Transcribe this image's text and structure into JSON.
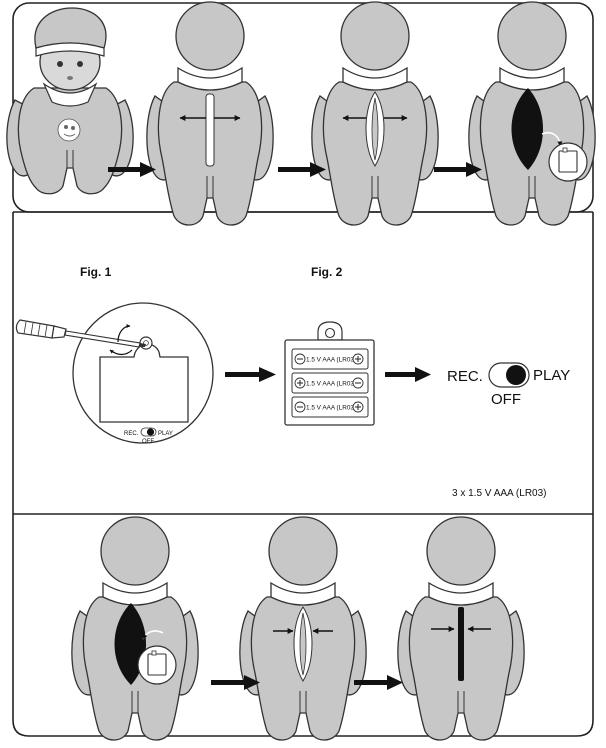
{
  "fig1_label": "Fig. 1",
  "fig2_label": "Fig. 2",
  "switch": {
    "rec_label": "REC.",
    "play_label": "PLAY",
    "off_label": "OFF"
  },
  "battery_label": "1.5 V AAA (LR03)",
  "battery_spec": "3 x 1.5 V AAA (LR03)"
}
